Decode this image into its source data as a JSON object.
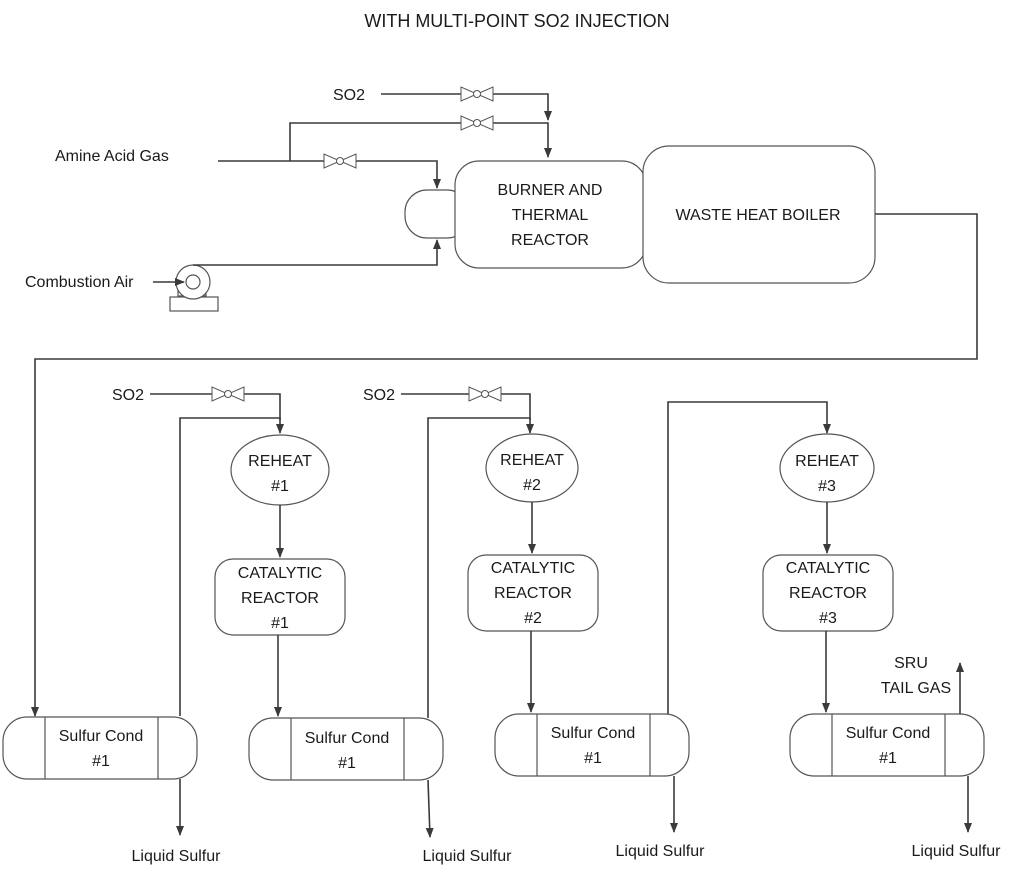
{
  "title": "WITH MULTI-POINT SO2 INJECTION",
  "inputs": {
    "amine_acid_gas": "Amine Acid Gas",
    "combustion_air": "Combustion Air",
    "so2_top": "SO2",
    "so2_stage1": "SO2",
    "so2_stage2": "SO2"
  },
  "burner": {
    "line1": "BURNER AND",
    "line2": "THERMAL",
    "line3": "REACTOR"
  },
  "waste_heat_boiler": "WASTE HEAT BOILER",
  "reheaters": [
    {
      "line1": "REHEAT",
      "line2": "#1"
    },
    {
      "line1": "REHEAT",
      "line2": "#2"
    },
    {
      "line1": "REHEAT",
      "line2": "#3"
    }
  ],
  "catalytic_reactors": [
    {
      "line1": "CATALYTIC",
      "line2": "REACTOR",
      "line3": "#1"
    },
    {
      "line1": "CATALYTIC",
      "line2": "REACTOR",
      "line3": "#2"
    },
    {
      "line1": "CATALYTIC",
      "line2": "REACTOR",
      "line3": "#3"
    }
  ],
  "condensers": [
    {
      "line1": "Sulfur Cond",
      "line2": "#1"
    },
    {
      "line1": "Sulfur Cond",
      "line2": "#1"
    },
    {
      "line1": "Sulfur Cond",
      "line2": "#1"
    },
    {
      "line1": "Sulfur Cond",
      "line2": "#1"
    }
  ],
  "outputs": {
    "liquid_sulfur": [
      "Liquid Sulfur",
      "Liquid Sulfur",
      "Liquid Sulfur",
      "Liquid Sulfur"
    ],
    "tail_gas_line1": "SRU",
    "tail_gas_line2": "TAIL GAS"
  }
}
